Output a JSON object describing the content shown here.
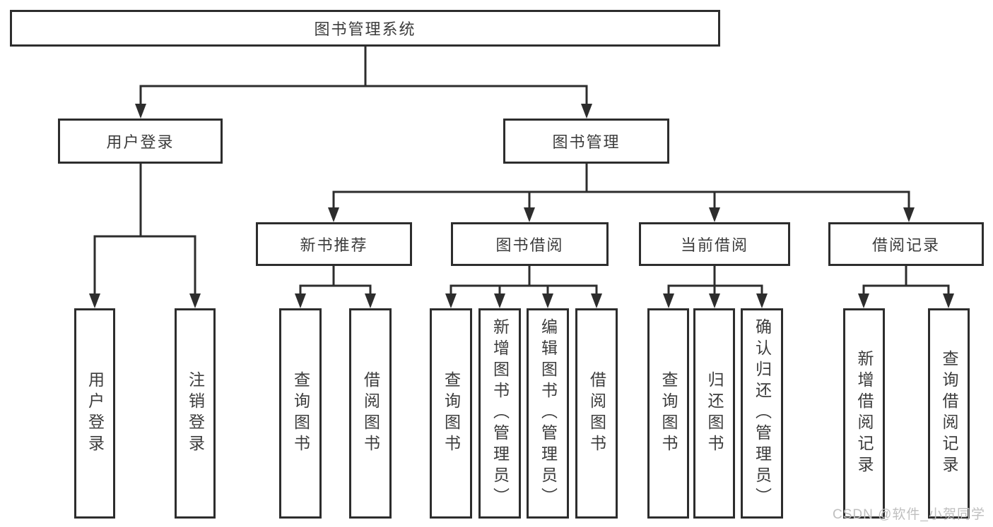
{
  "diagram": {
    "type": "hierarchy-tree",
    "watermark": "CSDN @软件_小贺同学",
    "colors": {
      "line": "#2d2d2d",
      "text": "#3c3c3c",
      "background": "#ffffff",
      "watermark": "#bfbfbf"
    },
    "nodes": {
      "root": {
        "label": "图书管理系统"
      },
      "user_login": {
        "label": "用户登录"
      },
      "book_mgmt": {
        "label": "图书管理"
      },
      "user_login_detail": {
        "label": "用户登录"
      },
      "logout": {
        "label": "注销登录"
      },
      "new_book_rec": {
        "label": "新书推荐"
      },
      "book_borrow": {
        "label": "图书借阅"
      },
      "current_borrow": {
        "label": "当前借阅"
      },
      "borrow_records": {
        "label": "借阅记录"
      },
      "query_books_1": {
        "label": "查询图书"
      },
      "borrow_books_1": {
        "label": "借阅图书"
      },
      "query_books_2": {
        "label": "查询图书"
      },
      "add_books": {
        "label": "新增图书（管理员）"
      },
      "edit_books": {
        "label": "编辑图书（管理员）"
      },
      "borrow_books_2": {
        "label": "借阅图书"
      },
      "query_books_3": {
        "label": "查询图书"
      },
      "return_books": {
        "label": "归还图书"
      },
      "confirm_return": {
        "label": "确认归还（管理员）"
      },
      "add_borrow_record": {
        "label": "新增借阅记录"
      },
      "query_borrow_record": {
        "label": "查询借阅记录"
      }
    },
    "hierarchy": {
      "root": [
        "user_login",
        "book_mgmt"
      ],
      "user_login": [
        "user_login_detail",
        "logout"
      ],
      "book_mgmt": [
        "new_book_rec",
        "book_borrow",
        "current_borrow",
        "borrow_records"
      ],
      "new_book_rec": [
        "query_books_1",
        "borrow_books_1"
      ],
      "book_borrow": [
        "query_books_2",
        "add_books",
        "edit_books",
        "borrow_books_2"
      ],
      "current_borrow": [
        "query_books_3",
        "return_books",
        "confirm_return"
      ],
      "borrow_records": [
        "add_borrow_record",
        "query_borrow_record"
      ]
    }
  }
}
